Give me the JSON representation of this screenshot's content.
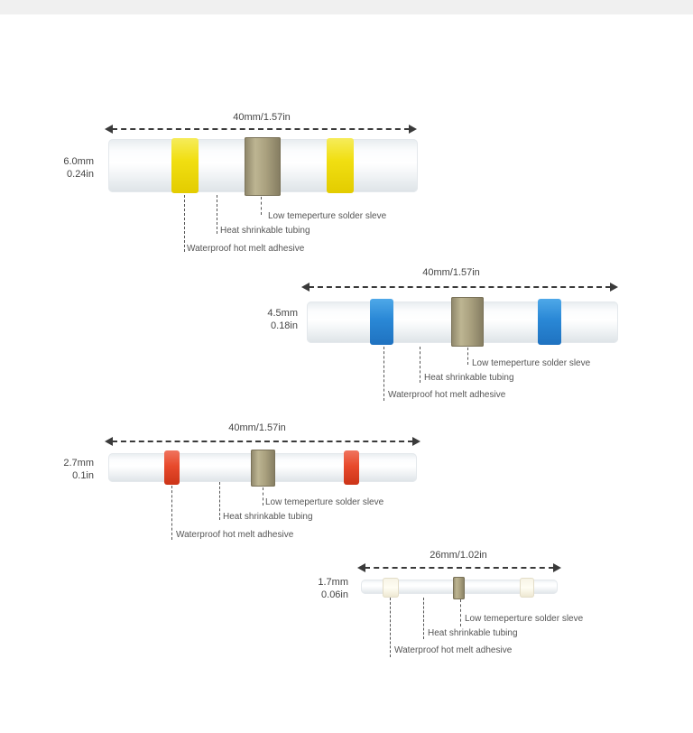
{
  "diagrams": [
    {
      "length": "40mm/1.57in",
      "diameter_mm": "6.0mm",
      "diameter_in": "0.24in",
      "band_color": "#f1df12",
      "labels": {
        "solder": "Low temeperture solder sleve",
        "tubing": "Heat shrinkable tubing",
        "adhesive": "Waterproof hot melt adhesive"
      }
    },
    {
      "length": "40mm/1.57in",
      "diameter_mm": "4.5mm",
      "diameter_in": "0.18in",
      "band_color": "#2a88d6",
      "labels": {
        "solder": "Low temeperture solder sleve",
        "tubing": "Heat shrinkable tubing",
        "adhesive": "Waterproof hot melt adhesive"
      }
    },
    {
      "length": "40mm/1.57in",
      "diameter_mm": "2.7mm",
      "diameter_in": "0.1in",
      "band_color": "#e84a2c",
      "labels": {
        "solder": "Low temeperture solder sleve",
        "tubing": "Heat shrinkable tubing",
        "adhesive": "Waterproof hot melt adhesive"
      }
    },
    {
      "length": "26mm/1.02in",
      "diameter_mm": "1.7mm",
      "diameter_in": "0.06in",
      "band_color": "#fffdf3",
      "labels": {
        "solder": "Low temeperture solder sleve",
        "tubing": "Heat shrinkable tubing",
        "adhesive": "Waterproof hot melt adhesive"
      }
    }
  ]
}
